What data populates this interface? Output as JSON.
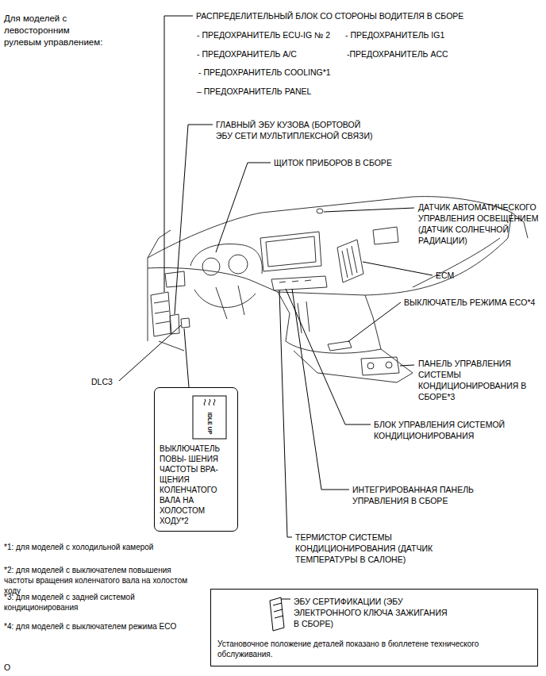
{
  "diagram": {
    "title": "Для моделей с левосторонним рулевым управлением:",
    "nodes": [
      {
        "text": [
          "ВЫКЛЮЧАТЕЛЬ ПОВЫ- ШЕНИЯ ЧАСТОТЫ ВРА- ЩЕНИЯ КОЛЕНЧАТОГО ВАЛА НА ХОЛОСТОМ ХОДУ*2"
        ]
      },
      {
        "text": [
          "ЭБУ СЕРТИФИКАЦИИ (ЭБУ ЭЛЕКТРОННОГО КЛЮЧА ЗАЖИГАНИЯ В СБОРЕ)",
          "Установочное положение деталей показано в бюллетене технического обслуживания."
        ]
      }
    ],
    "labels": [
      "РАСПРЕДЕЛИТЕЛЬНЫЙ БЛОК СО СТОРОНЫ ВОДИТЕЛЯ В СБОРЕ",
      "- ПРЕДОХРАНИТЕЛЬ ECU-IG № 2",
      "- ПРЕДОХРАНИТЕЛЬ IG1",
      "- ПРЕДОХРАНИТЕЛЬ A/C",
      "-ПРЕДОХРАНИТЕЛЬ ACC",
      "- ПРЕДОХРАНИТЕЛЬ COOLING*1",
      "– ПРЕДОХРАНИТЕЛЬ PANEL",
      "ГЛАВНЫЙ ЭБУ КУЗОВА (БОРТОВОЙ ЭБУ СЕТИ МУЛЬТИПЛЕКСНОЙ СВЯЗИ)",
      "ЩИТОК ПРИБОРОВ В СБОРЕ",
      "ДАТЧИК АВТОМАТИЧЕСКОГО УПРАВЛЕНИЯ ОСВЕЩЕНИЕМ (ДАТЧИК СОЛНЕЧНОЙ РАДИАЦИИ)",
      "ECM",
      "ВЫКЛЮЧАТЕЛЬ РЕЖИМА ECO*4",
      "ПАНЕЛЬ УПРАВЛЕНИЯ СИСТЕМЫ КОНДИЦИОНИРОВАНИЯ В СБОРЕ*3",
      "DLC3",
      "IDLE UP",
      "БЛОК УПРАВЛЕНИЯ СИСТЕМОЙ КОНДИЦИОНИРОВАНИЯ",
      "ИНТЕГРИРОВАННАЯ ПАНЕЛЬ УПРАВЛЕНИЯ В СБОРЕ",
      "ТЕРМИСТОР СИСТЕМЫ КОНДИЦИОНИРОВАНИЯ (ДАТЧИК ТЕМПЕРАТУРЫ В САЛОНЕ)",
      "*1: для моделей с холодильной камерой",
      "*2: для моделей с выключателем повышения частоты вращения коленчатого вала на холостом ходу",
      "*3: для моделей с задней системой кондиционирования",
      "*4: для моделей с выключателем режима ECO",
      "O"
    ]
  }
}
